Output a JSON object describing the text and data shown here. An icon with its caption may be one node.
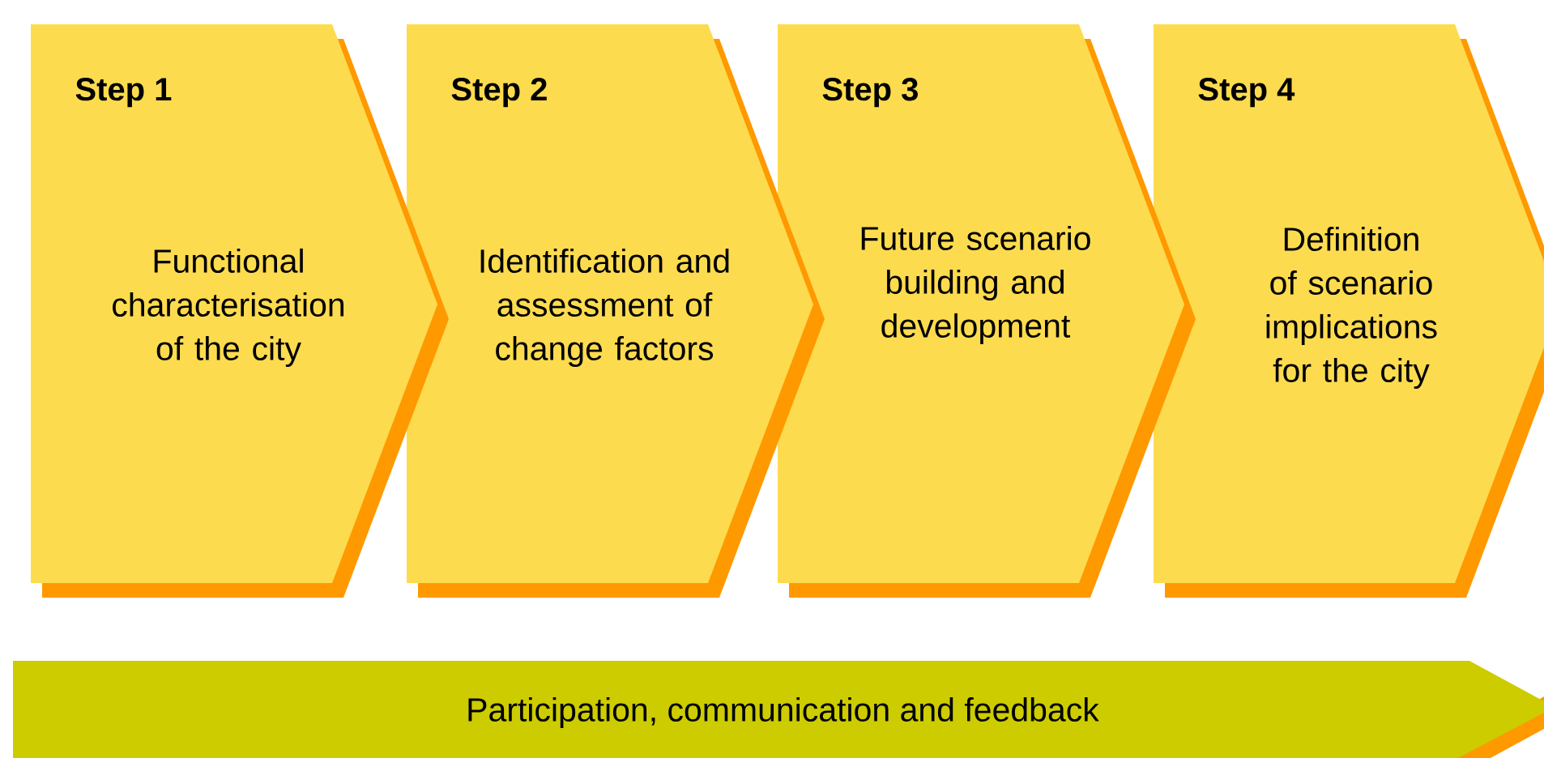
{
  "diagram": {
    "nodes": [
      {
        "text": [
          "Step 1",
          "Functional characterisation of the city"
        ]
      },
      {
        "text": [
          "Step 2",
          "Identification and assessment of change factors"
        ]
      },
      {
        "text": [
          "Step 3",
          "Future scenario building and development"
        ]
      },
      {
        "text": [
          "Step 4",
          "Definition of scenario implications for the city"
        ]
      },
      {
        "text": [
          "Participation, communication and feedback"
        ]
      }
    ]
  }
}
